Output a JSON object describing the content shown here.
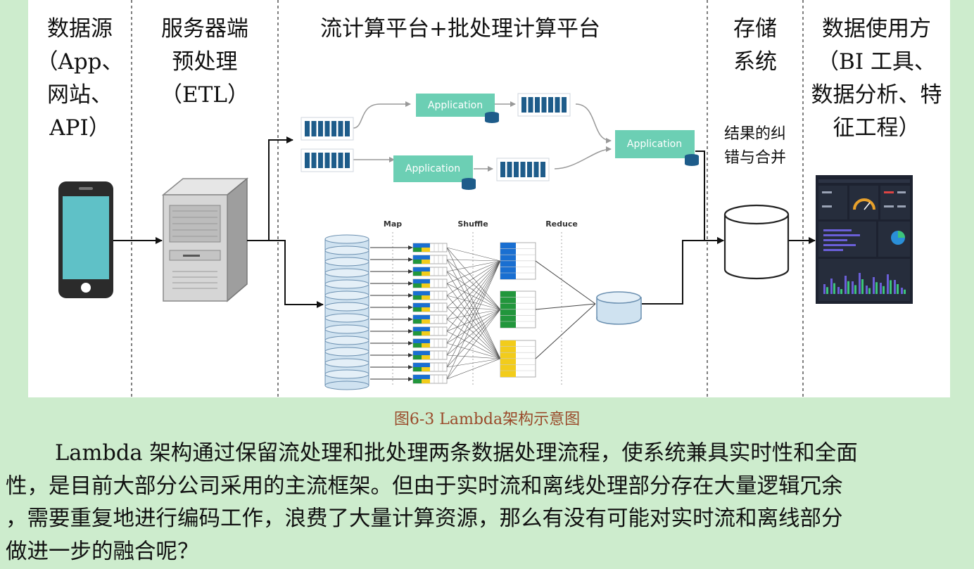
{
  "columns": [
    {
      "id": "source",
      "lines": [
        "数据源",
        "（App、",
        "网站、",
        "API）"
      ]
    },
    {
      "id": "server",
      "lines": [
        "服务器端",
        "预处理",
        "（ETL）"
      ]
    },
    {
      "id": "platform",
      "lines": [
        "流计算平台+批处理计算平台"
      ]
    },
    {
      "id": "storage",
      "lines": [
        "存储",
        "系统"
      ]
    },
    {
      "id": "consumer",
      "lines": [
        "数据使用方",
        "（BI 工具、",
        "数据分析、特",
        "征工程）"
      ]
    }
  ],
  "storage_note": [
    "结果的纠",
    "错与合并"
  ],
  "stream": {
    "app_top": "Application",
    "app_bottom": "Application",
    "app_merge": "Application"
  },
  "batch": {
    "stage_map": "Map",
    "stage_shuffle": "Shuffle",
    "stage_reduce": "Reduce"
  },
  "colors": {
    "page_bg": "#cdeccd",
    "app_box": "#6ccfb4",
    "queue": "#1e5c8a",
    "caption": "#9a4a2a",
    "reduce_blue": "#1a6fd1",
    "reduce_green": "#22963c",
    "reduce_yellow": "#f2cc1b"
  },
  "icons": [
    "phone-icon",
    "server-icon",
    "database-cylinder-icon",
    "dashboard-icon"
  ],
  "caption": "图6-3 Lambda架构示意图",
  "paragraph": [
    "Lambda 架构通过保留流处理和批处理两条数据处理流程，使系统兼具实时性和全面",
    "性，是目前大部分公司采用的主流框架。但由于实时流和离线处理部分存在大量逻辑冗余",
    "，需要重复地进行编码工作，浪费了大量计算资源，那么有没有可能对实时流和离线部分",
    "做进一步的融合呢？"
  ]
}
